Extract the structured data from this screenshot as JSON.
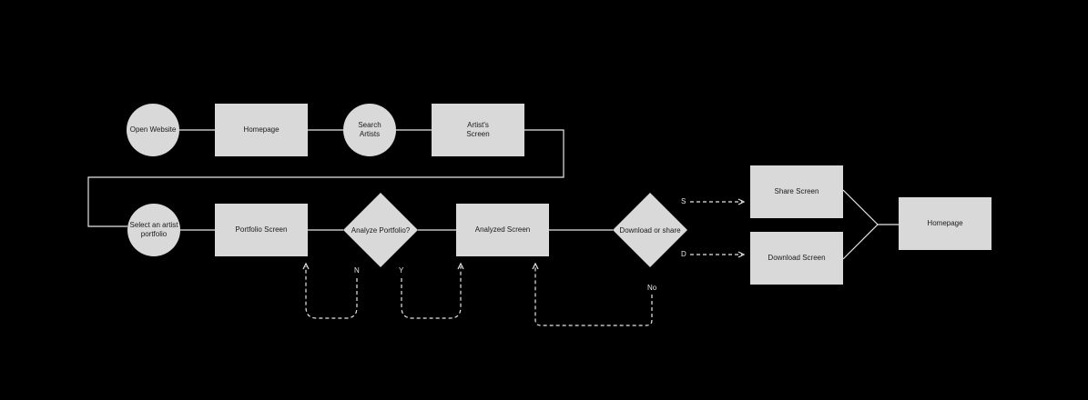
{
  "nodes": {
    "open_website": "Open Website",
    "homepage_1": "Homepage",
    "search_artists": "Search\nArtists",
    "artists_screen": "Artist's\nScreen",
    "select_artist_portfolio": "Select an artist\nportfolio",
    "portfolio_screen": "Portfolio Screen",
    "analyze_portfolio": "Analyze Portfolio?",
    "analyzed_screen": "Analyzed Screen",
    "download_or_share": "Download or share",
    "share_screen": "Share Screen",
    "download_screen": "Download Screen",
    "homepage_2": "Homepage"
  },
  "edge_labels": {
    "n": "N",
    "y": "Y",
    "no": "No",
    "s": "S",
    "d": "D"
  },
  "colors": {
    "background": "#000000",
    "node_fill": "#d9d9d9",
    "line": "#e6e6e6"
  }
}
